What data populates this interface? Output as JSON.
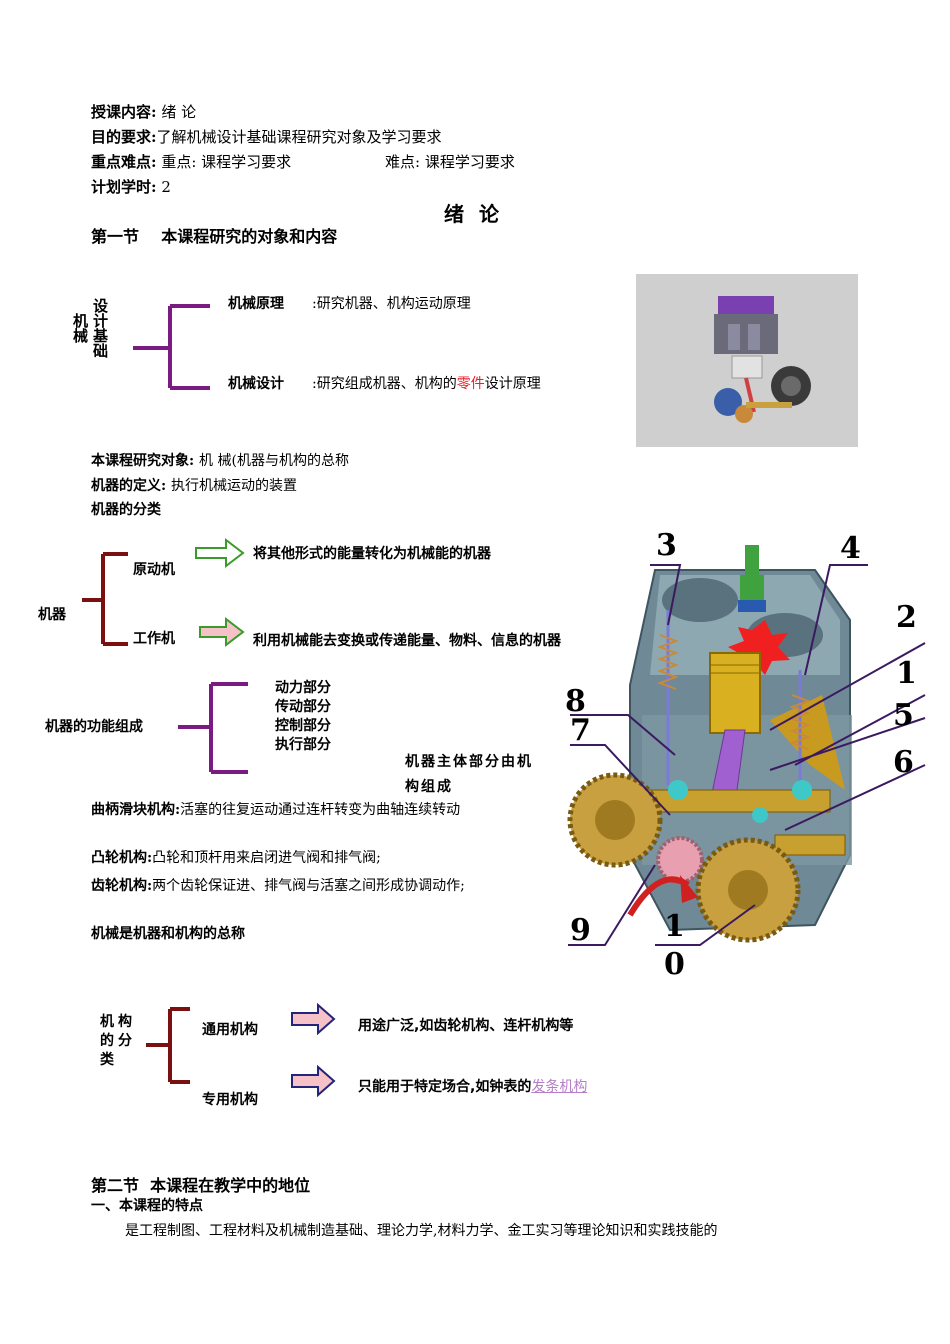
{
  "header": {
    "content_label": "授课内容:",
    "content_value": "绪  论",
    "goal_label": "目的要求:",
    "goal_value": "了解机械设计基础课程研究对象及学习要求",
    "key_label": "重点难点:",
    "key_value": "重点: 课程学习要求",
    "diff_value": "难点: 课程学习要求",
    "hours_label": "计划学时:",
    "hours_value": "2"
  },
  "title": "绪 论",
  "section1": {
    "heading": "第一节    本课程研究的对象和内容",
    "tree1": {
      "root_a": "机械",
      "root_b": "设计基础",
      "item1_label": "机械原理",
      "item1_desc": ":研究机器、机构运动原理",
      "item2_label": "机械设计",
      "item2_desc_prefix": ":研究组成机器、机构的",
      "item2_desc_highlight": "零件",
      "item2_desc_suffix": "设计原理"
    },
    "object_label": "本课程研究对象:",
    "object_value": "机  械(机器与机构的总称",
    "def_label": "机器的定义:",
    "def_value": "执行机械运动的装置",
    "class_label": "机器的分类",
    "tree2": {
      "root": "机器",
      "item1": "原动机",
      "item1_desc": "将其他形式的能量转化为机械能的机器",
      "item2": "工作机",
      "item2_desc": "利用机械能去变换或传递能量、物料、信息的机器"
    },
    "tree3": {
      "root": "机器的功能组成",
      "items": [
        "动力部分",
        "传动部分",
        "控制部分",
        "执行部分"
      ]
    },
    "note": "机器主体部分由机构组成",
    "mech1_label": "曲柄滑块机构:",
    "mech1_value": "活塞的往复运动通过连杆转变为曲轴连续转动",
    "mech2_label": "凸轮机构:",
    "mech2_value": "凸轮和顶杆用来启闭进气阀和排气阀;",
    "mech3_label": "齿轮机构:",
    "mech3_value": "两个齿轮保证进、排气阀与活塞之间形成协调动作;",
    "summary": "机械是机器和机构的总称",
    "tree4": {
      "root": "机构的分类",
      "item1": "通用机构",
      "item1_desc": "用途广泛,如齿轮机构、连杆机构等",
      "item2": "专用机构",
      "item2_desc_prefix": "只能用于特定场合,如钟表的",
      "item2_desc_link": "发条机构"
    },
    "callouts": [
      "3",
      "4",
      "2",
      "1",
      "8",
      "5",
      "7",
      "6",
      "9",
      "1",
      "0"
    ]
  },
  "section2": {
    "heading": "第二节  本课程在教学中的地位",
    "sub1": "一、本课程的特点",
    "para": "是工程制图、工程材料及机械制造基础、理论力学,材料力学、金工实习等理论知识和实践技能的"
  },
  "colors": {
    "purple_bracket": "#7a1a82",
    "dark_red_bracket": "#7a1010",
    "green_arrow": "#3a9a2a",
    "pink_fill": "#f6c2c8",
    "navy_arrow": "#24247a",
    "highlight_red": "#e5202a",
    "link_purple": "#b47ec9"
  }
}
